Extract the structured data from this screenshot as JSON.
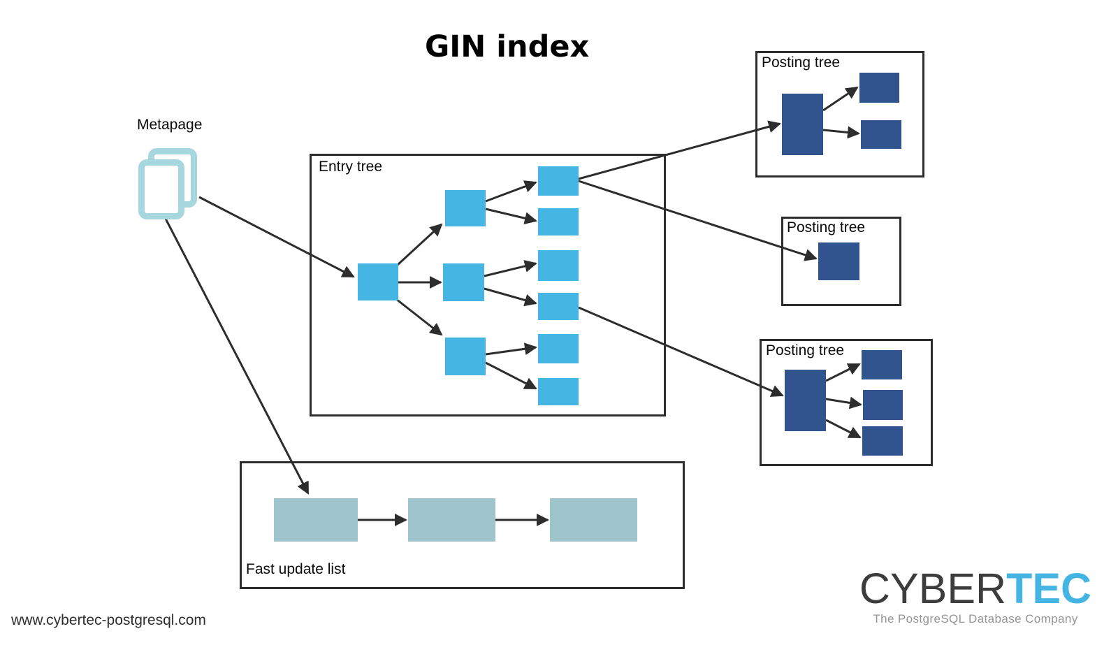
{
  "title": "GIN index",
  "diagram": {
    "metapage_label": "Metapage",
    "entry_tree_label": "Entry tree",
    "posting_tree_top_label": "Posting tree",
    "posting_tree_middle_label": "Posting tree",
    "posting_tree_bottom_label": "Posting tree",
    "fast_update_list_label": "Fast update list"
  },
  "footer": {
    "website_url": "www.cybertec-postgresql.com"
  },
  "logo": {
    "brand_primary": "CYBER",
    "brand_accent": "TEC",
    "tagline": "The PostgreSQL Database Company"
  },
  "icons": {
    "metapage": "stacked-pages-icon"
  },
  "colors": {
    "entry_node": "#45b6e3",
    "posting_node": "#31548f",
    "pending_page": "#9ec5cb",
    "metapage_outline": "#a6d7de",
    "line": "#2d2d2d",
    "logo_primary": "#3d3d3d",
    "logo_accent": "#44b5e2",
    "logo_tagline": "#949494"
  }
}
